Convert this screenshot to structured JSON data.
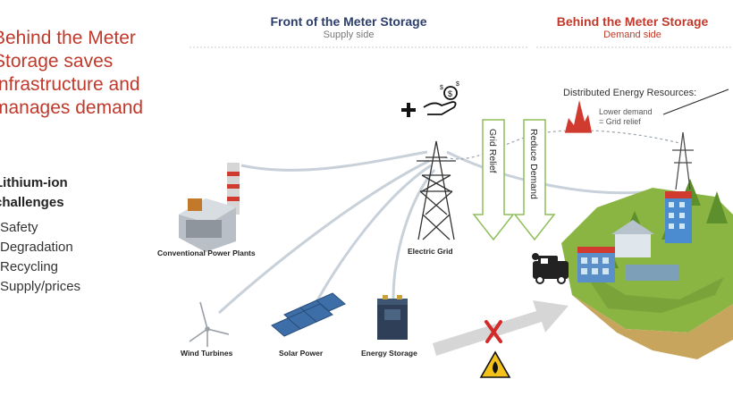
{
  "headline": {
    "lines": [
      "Behind the Meter",
      "Storage saves",
      "Infrastructure and",
      "manages demand"
    ],
    "color": "#c0392b"
  },
  "challenges": {
    "title_lines": [
      "Lithium-ion",
      "challenges"
    ],
    "items": [
      "Safety",
      "Degradation",
      "Recycling",
      "Supply/prices"
    ]
  },
  "front_of_meter": {
    "title": "Front of the Meter Storage",
    "subtitle": "Supply side",
    "color": "#2c3e6b"
  },
  "behind_meter": {
    "title": "Behind the Meter Storage",
    "subtitle": "Demand side",
    "color": "#c0392b"
  },
  "nodes": {
    "power_plants": "Conventional Power Plants",
    "electric_grid": "Electric Grid",
    "wind": "Wind Turbines",
    "solar": "Solar Power",
    "storage": "Energy Storage"
  },
  "arrows": {
    "grid_relief": "Grid Relief",
    "reduce_demand": "Reduce Demand"
  },
  "der": {
    "title": "Distributed Energy Resources:",
    "lower_demand": "Lower demand",
    "grid_relief": "= Grid relief"
  },
  "icons": [
    "plus-icon",
    "money-hand-icon",
    "factory-icon",
    "power-tower-icon",
    "wind-turbine-icon",
    "solar-panel-icon",
    "battery-icon",
    "cross-mark-icon",
    "flammable-warning-icon",
    "electric-car-icon",
    "peak-chart-icon"
  ]
}
